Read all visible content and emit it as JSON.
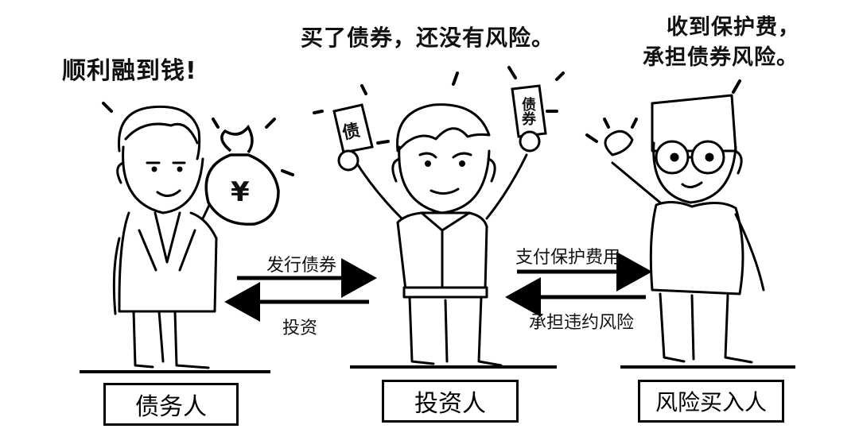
{
  "speech": {
    "debtor": "顺利融到钱!",
    "investor": "买了债券，还没有风险。",
    "buyer_line1": "收到保护费，",
    "buyer_line2": "承担债券风险。"
  },
  "arrows": {
    "issue_bond": "发行债券",
    "invest": "投资",
    "pay_fee": "支付保护费用",
    "bear_risk": "承担违约风险"
  },
  "props": {
    "money_bag_symbol": "¥",
    "bond_paper_left": "债",
    "bond_paper_right": "债券"
  },
  "labels": {
    "debtor": "债务人",
    "investor": "投资人",
    "risk_buyer": "风险买入人"
  }
}
